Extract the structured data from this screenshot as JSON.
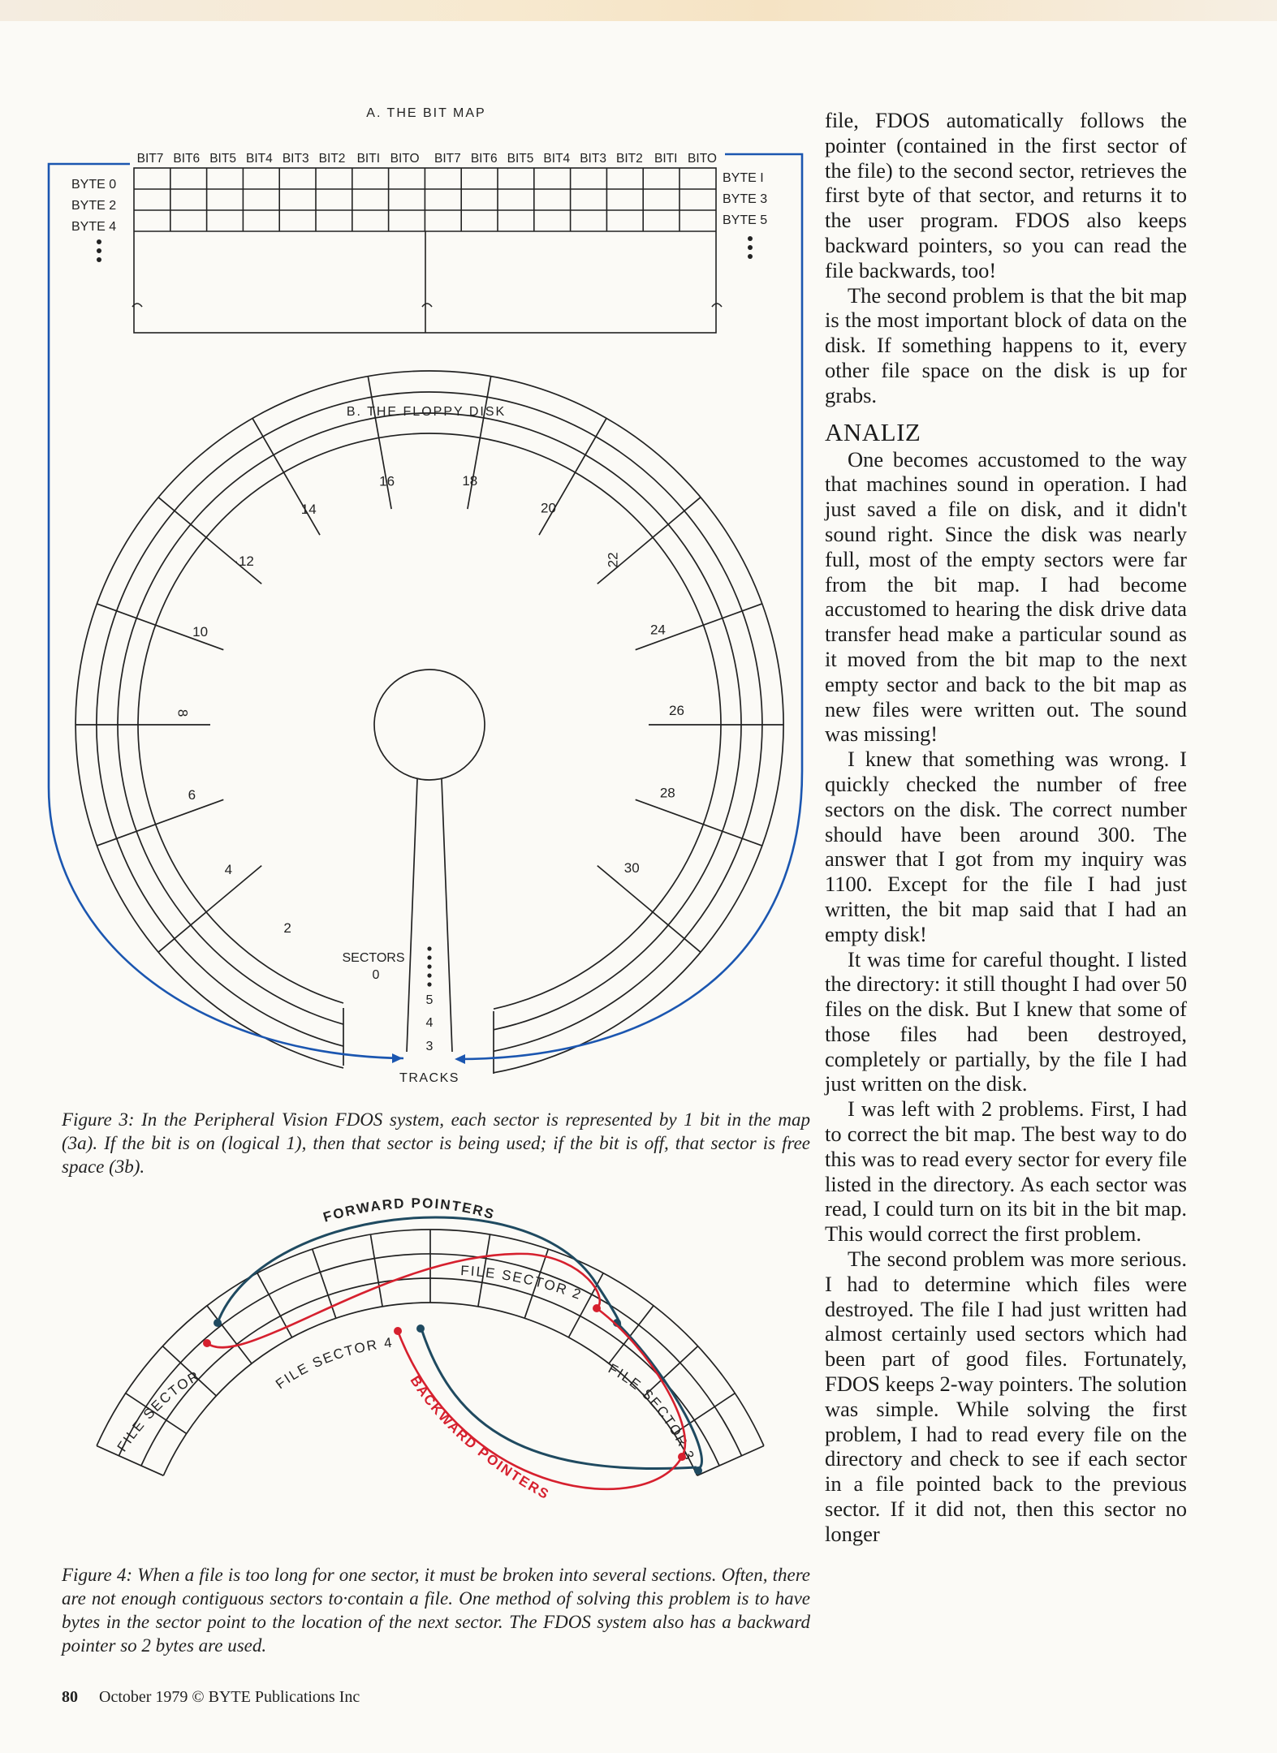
{
  "figure3": {
    "title_a": "A. THE BIT MAP",
    "title_b": "B. THE FLOPPY DISK",
    "bits_left": [
      "BIT7",
      "BIT6",
      "BIT5",
      "BIT4",
      "BIT3",
      "BIT2",
      "BITI",
      "BITO"
    ],
    "bits_right": [
      "BIT7",
      "BIT6",
      "BIT5",
      "BIT4",
      "BIT3",
      "BIT2",
      "BITI",
      "BITO"
    ],
    "bytes_left": [
      "BYTE 0",
      "BYTE 2",
      "BYTE 4"
    ],
    "bytes_right": [
      "BYTE I",
      "BYTE 3",
      "BYTE 5"
    ],
    "sector_numbers": [
      "2",
      "4",
      "6",
      "8",
      "10",
      "·12",
      "14",
      "16",
      "18",
      "20",
      "22",
      "24",
      "26",
      "28",
      "30"
    ],
    "sectors_label": "SECTORS",
    "sector_zero": "0",
    "track_numbers": [
      "5",
      "4",
      "3"
    ],
    "tracks_label": "TRACKS",
    "caption": "Figure 3: In the Peripheral Vision FDOS system, each sector is represented by 1 bit in the map (3a). If the bit is on (logical 1), then that sector is being used; if the bit is off, that sector is free space (3b)."
  },
  "figure4": {
    "forward_label": "FORWARD POINTERS",
    "backward_label": "BACKWARD POINTERS",
    "sector_labels": [
      "FILE SECTOR 1",
      "FILE SECTOR 2",
      "FILE SECTOR 3",
      "FILE SECTOR 4"
    ],
    "caption": "Figure 4: When a file is too long for one sector, it must be broken into several sections. Often, there are not enough contiguous sectors to·contain a file. One method of solving this problem is to have bytes in the sector point to the location of the next sector. The FDOS system also has a backward pointer so 2 bytes are used.",
    "colors": {
      "forward": "#1f4a60",
      "backward": "#d6202e",
      "bracket": "#1b56b0"
    }
  },
  "article": {
    "p1": "file, FDOS automatically follows the pointer (contained in the first sector of the file) to the second sector, retrieves the first byte of that sector, and returns it to the user program. FDOS also keeps backward pointers, so you can read the file backwards, too!",
    "p2": "The second problem is that the bit map is the most important block of data on the disk. If something happens to it, every other file space on the disk is up for grabs.",
    "heading": "ANALIZ",
    "p3": "One becomes accustomed to the way that machines sound in operation. I had just saved a file on disk, and it didn't sound right. Since the disk was nearly full, most of the empty sectors were far from the bit map. I had become accustomed to hearing the disk drive data transfer head make a particular sound as it moved from the bit map to the next empty sector and back to the bit map as new files were written out. The sound was missing!",
    "p4": "I knew that something was wrong. I quickly checked the number of free sectors on the disk. The correct number should have been around 300. The answer that I got from my inquiry was 1100. Except for the file I had just written, the bit map said that I had an empty disk!",
    "p5": "It was time for careful thought. I listed the directory: it still thought I had over 50 files on the disk. But I knew that some of those files had been destroyed, completely or partially, by the file I had just written on the disk.",
    "p6": "I was left with 2 problems. First, I had to correct the bit map. The best way to do this was to read every sector for every file listed in the directory. As each sector was read, I could turn on its bit in the bit map. This would correct the first problem.",
    "p7": "The second problem was more serious. I had to determine which files were destroyed. The file I had just written had almost certainly used sectors which had been part of good files. Fortunately, FDOS keeps 2-way pointers. The solution was simple. While solving the first problem, I had to read every file on the directory and check to see if each sector in a file pointed back to the previous sector. If it did not, then this sector no longer"
  },
  "footer": {
    "page": "80",
    "text": "October 1979 © BYTE Publications Inc"
  }
}
